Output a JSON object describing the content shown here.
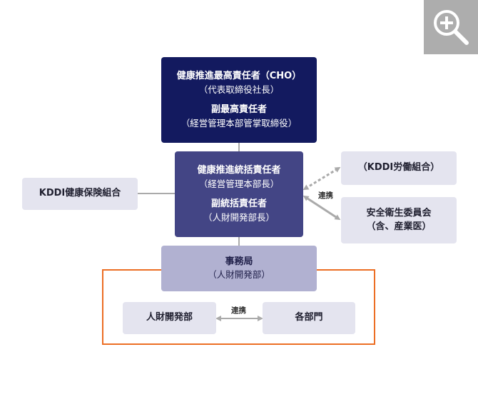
{
  "nodes": {
    "cho": {
      "title1": "健康推進最高責任者（CHO）",
      "sub1": "（代表取締役社長）",
      "title2": "副最高責任者",
      "sub2": "（経営管理本部管掌取締役）"
    },
    "manager": {
      "title1": "健康推進統括責任者",
      "sub1": "（経営管理本部長）",
      "title2": "副統括責任者",
      "sub2": "（人財開発部長）"
    },
    "kenpo": {
      "title": "KDDI健康保険組合"
    },
    "union": {
      "title": "（KDDI労働組合）"
    },
    "safety": {
      "title": "安全衛生委員会",
      "sub": "（含、産業医）"
    },
    "office": {
      "title": "事務局",
      "sub": "（人財開発部）"
    },
    "hr": {
      "title": "人財開発部"
    },
    "departments": {
      "title": "各部門"
    }
  },
  "labels": {
    "renkei_top": "連携",
    "renkei_bottom": "連携"
  },
  "icons": {
    "zoom": "zoom-in-icon"
  },
  "colors": {
    "dark_navy": "#131a5f",
    "mid_navy": "#434585",
    "lavender": "#b1b1d1",
    "pale_lavender": "#e4e4ef",
    "frame_orange": "#ec6e24",
    "connector_gray": "#aaaaaa"
  }
}
